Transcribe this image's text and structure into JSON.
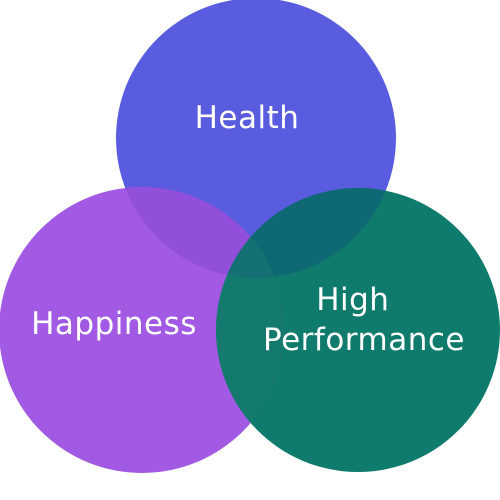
{
  "diagram": {
    "type": "venn",
    "circles": [
      {
        "id": "health",
        "label_lines": [
          "Health"
        ],
        "color": "#5a5ce0"
      },
      {
        "id": "happiness",
        "label_lines": [
          "Happiness"
        ],
        "color": "#a25ae4"
      },
      {
        "id": "high-performance",
        "label_lines": [
          "High",
          "Performance"
        ],
        "color": "#0f7b6c"
      }
    ],
    "overlap_colors": {
      "health_happiness": "#924fd9",
      "health_performance": "#0e6974",
      "happiness_performance": "#1c7a70"
    }
  }
}
